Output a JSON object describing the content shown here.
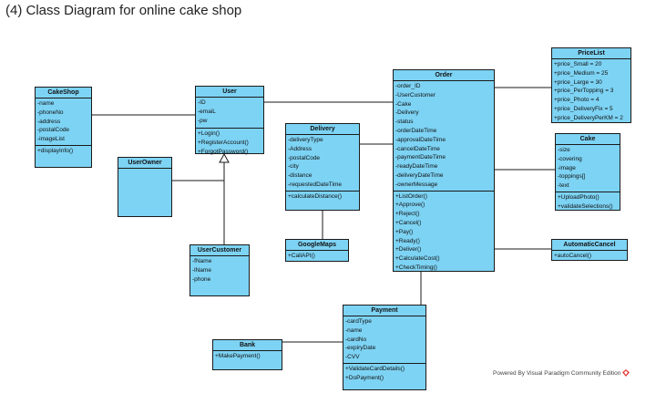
{
  "title": "(4) Class Diagram for online cake shop",
  "footer": "Powered By Visual Paradigm Community Edition",
  "colors": {
    "class_fill": "#7dd3f4",
    "border": "#1a1a1a",
    "logo": "#e2403a"
  },
  "classes": {
    "cakeshop": {
      "name": "CakeShop",
      "attributes": [
        "-name",
        "-phoneNo",
        "-address",
        "-postalCode",
        "-imageList"
      ],
      "operations": [
        "+displayInfo()"
      ]
    },
    "user": {
      "name": "User",
      "attributes": [
        "-ID",
        "-emaiL",
        "-pw"
      ],
      "operations": [
        "+Login()",
        "+RegisterAccount()",
        "+ForgotPassword()"
      ]
    },
    "userowner": {
      "name": "UserOwner",
      "attributes": [],
      "operations": []
    },
    "usercustomer": {
      "name": "UserCustomer",
      "attributes": [
        "-fName",
        "-lName",
        "-phone"
      ],
      "operations": []
    },
    "delivery": {
      "name": "Delivery",
      "attributes": [
        "-deliveryType",
        "-Address",
        "-postalCode",
        "-city",
        "-distance",
        "-requestedDateTime"
      ],
      "operations": [
        "+calculateDistance()"
      ]
    },
    "googlemaps": {
      "name": "GoogleMaps",
      "attributes": [],
      "operations": [
        "+CallAPI()"
      ]
    },
    "order": {
      "name": "Order",
      "attributes": [
        "-order_ID",
        "-UserCustomer",
        "-Cake",
        "-Delivery",
        "-status",
        "-orderDateTime",
        "-approvalDateTime",
        "-cancelDateTime",
        "-paymentDateTime",
        "-readyDateTime",
        "-deliveryDateTime",
        "-ownerMessage"
      ],
      "operations": [
        "+ListOrder()",
        "+Approve()",
        "+Reject()",
        "+Cancel()",
        "+Pay()",
        "+Ready()",
        "+Deliver()",
        "+CalculateCost()",
        "+CheckTiming()"
      ]
    },
    "pricelist": {
      "name": "PriceList",
      "attributes": [
        "+price_Small = 20",
        "+price_Medium = 25",
        "+price_Large = 30",
        "+price_PerTopping = 3",
        "+price_Photo = 4",
        "+price_DeliveryFix = 5",
        "+price_DeliveryPerKM = 2"
      ],
      "operations": []
    },
    "cake": {
      "name": "Cake",
      "attributes": [
        "-size",
        "-covering",
        "-image",
        "-toppings[]",
        "-text"
      ],
      "operations": [
        "+UploadPhoto()",
        "+validateSelections()"
      ]
    },
    "automaticcancel": {
      "name": "AutomaticCancel",
      "attributes": [],
      "operations": [
        "+autoCancel()"
      ]
    },
    "payment": {
      "name": "Payment",
      "attributes": [
        "-cardType",
        "-name",
        "-cardNo",
        "-expiryDate",
        "-CVV"
      ],
      "operations": [
        "+ValidateCardDetails()",
        "+DoPayment()"
      ]
    },
    "bank": {
      "name": "Bank",
      "attributes": [],
      "operations": [
        "+MakePayment()"
      ]
    }
  }
}
